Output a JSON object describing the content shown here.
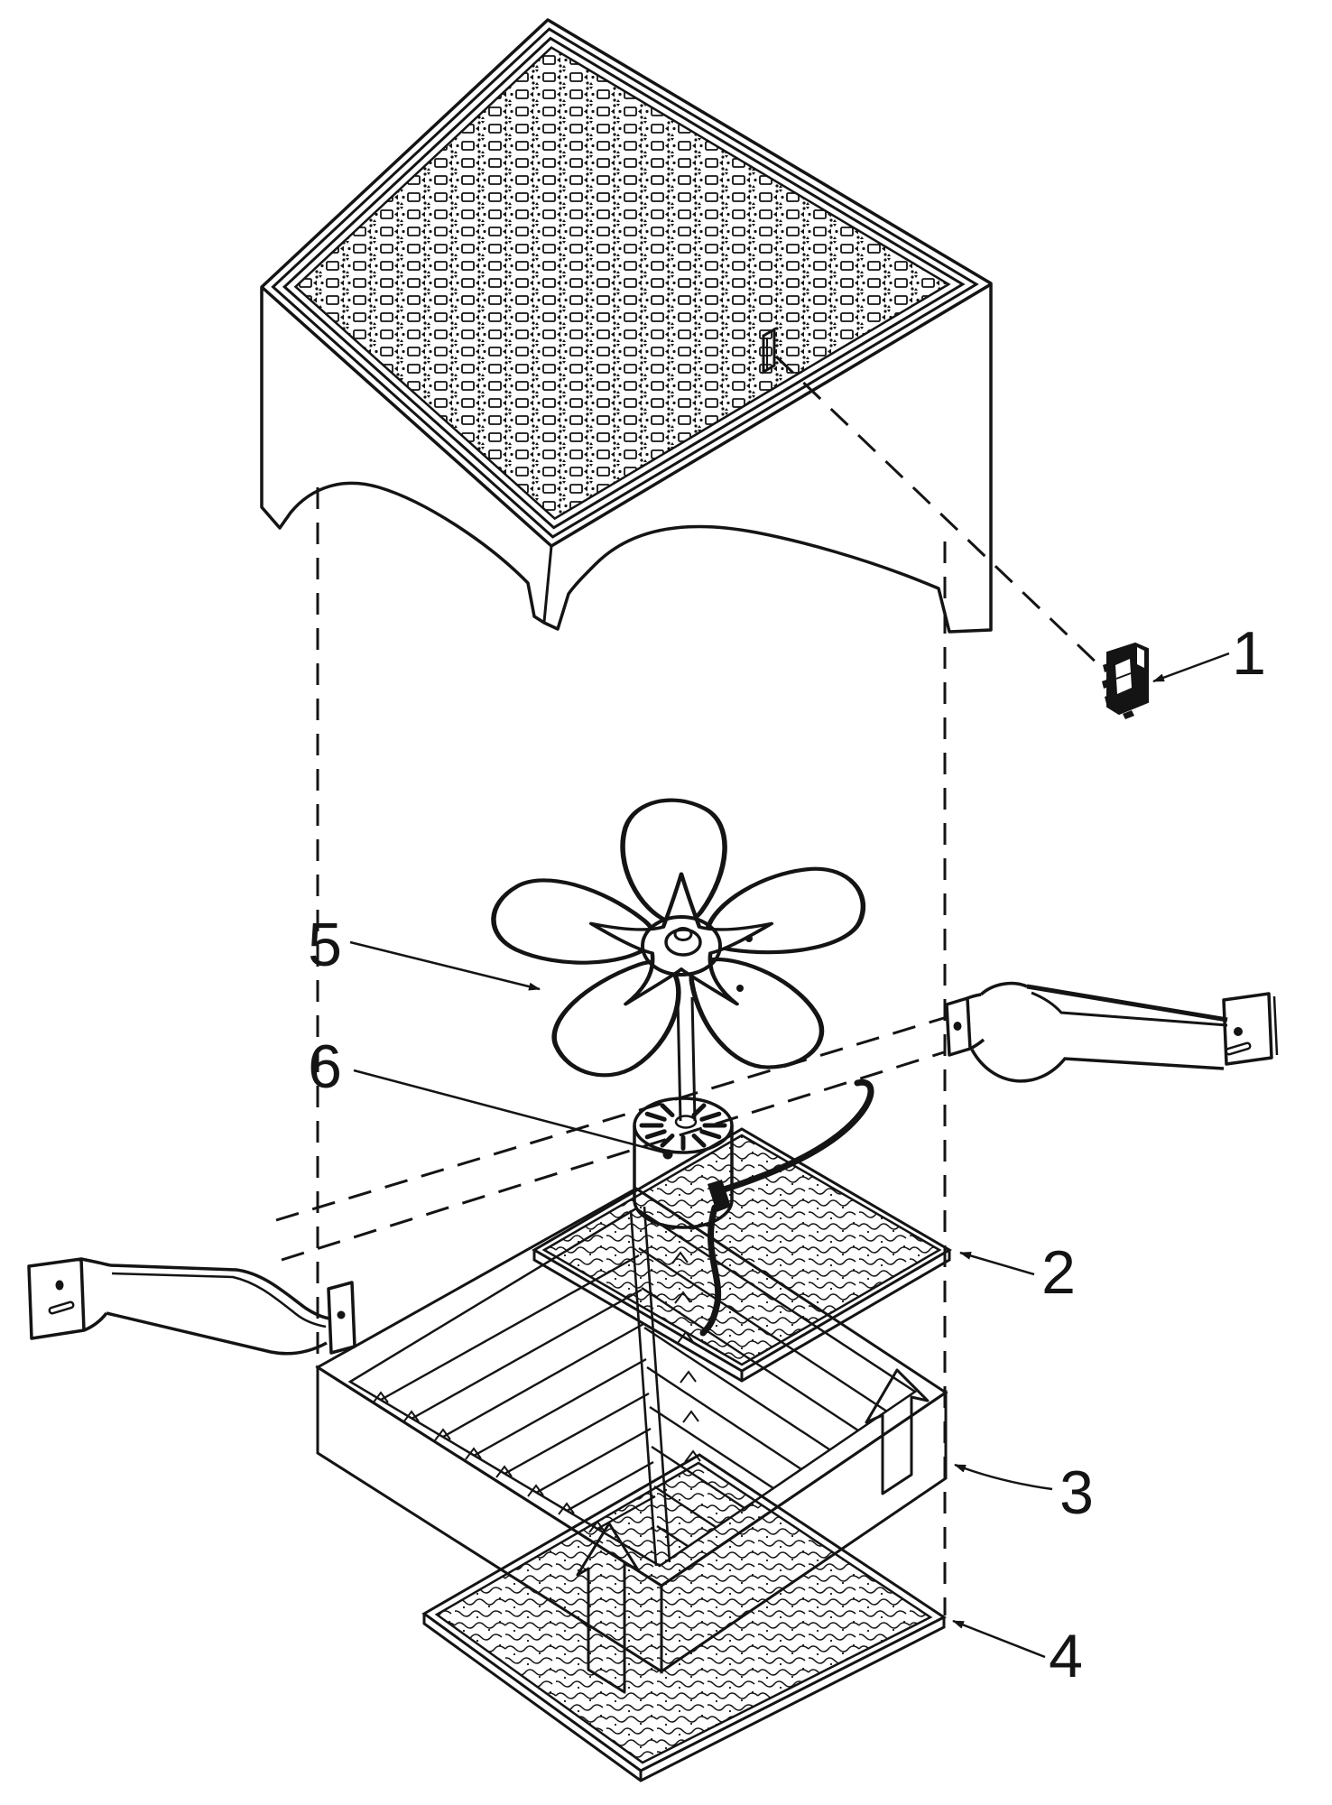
{
  "diagram": {
    "background": "#ffffff",
    "ink_color": "#141414",
    "figure": "air-cleaner-exploded-parts-diagram",
    "callouts": [
      {
        "label": "1",
        "part": "rocker-switch"
      },
      {
        "label": "2",
        "part": "pre-filter-pad"
      },
      {
        "label": "3",
        "part": "main-filter-cell"
      },
      {
        "label": "4",
        "part": "bottom-filter-pad"
      },
      {
        "label": "5",
        "part": "fan-blade"
      },
      {
        "label": "6",
        "part": "fan-motor"
      }
    ]
  }
}
